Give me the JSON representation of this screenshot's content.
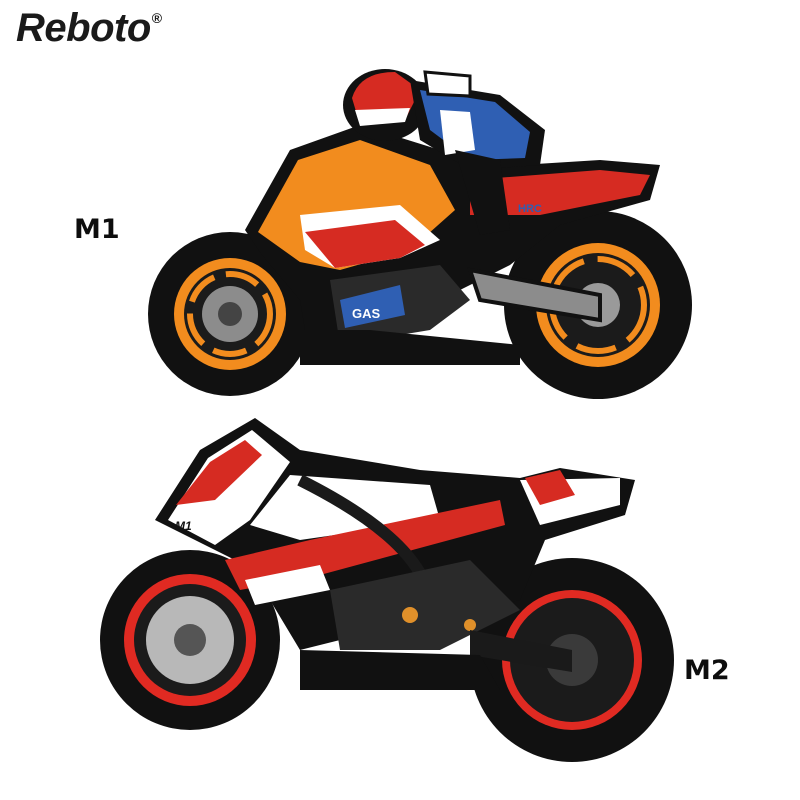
{
  "brand": {
    "name": "Reboto",
    "mark": "®"
  },
  "products": [
    {
      "label": "M1",
      "decal_text": "GAS",
      "tank_badge": "HRC",
      "colors": {
        "fairing": "#f28c1e",
        "stripe": "#d62b22",
        "rider_suit": "#2f5fb3",
        "wheel_rim": "#f28c1e"
      }
    },
    {
      "label": "M2",
      "fairing_text": "M1",
      "colors": {
        "fairing": "#ffffff",
        "stripe": "#d62b22",
        "frame": "#1a1a1a",
        "wheel_rim": "#e02a22"
      }
    }
  ]
}
